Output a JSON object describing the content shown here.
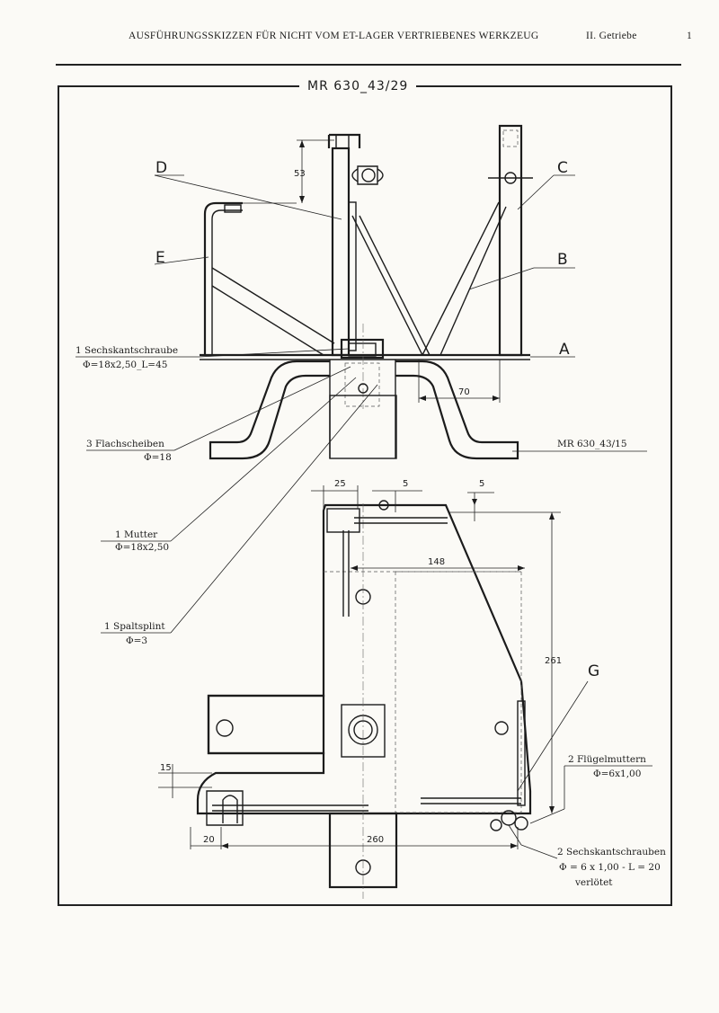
{
  "header": {
    "title": "AUSFÜHRUNGSSKIZZEN FÜR NICHT VOM ET-LAGER VERTRIEBENES WERKZEUG",
    "section": "II. Getriebe",
    "page": "1"
  },
  "drawing": {
    "title": "MR 630_43/29",
    "part_letters": {
      "a": "A",
      "b": "B",
      "c": "C",
      "d": "D",
      "e": "E",
      "g": "G"
    },
    "dimensions": {
      "d53": "53",
      "d70": "70",
      "d25": "25",
      "d5a": "5",
      "d5b": "5",
      "d148": "148",
      "d261": "261",
      "d15": "15",
      "d20": "20",
      "d260": "260"
    },
    "callouts": {
      "sechskantschraube_title": "1 Sechskantschraube",
      "sechskantschraube_spec": "Φ=18x2,50_L=45",
      "flachscheiben_title": "3 Flachscheiben",
      "flachscheiben_spec": "Φ=18",
      "mutter_title": "1 Mutter",
      "mutter_spec": "Φ=18x2,50",
      "spaltsplint_title": "1 Spaltsplint",
      "spaltsplint_spec": "Φ=3",
      "ref_part": "MR 630_43/15",
      "fluegelmuttern_title": "2 Flügelmuttern",
      "fluegelmuttern_spec": "Φ=6x1,00",
      "sechskantschrauben_title": "2 Sechskantschrauben",
      "sechskantschrauben_spec": "Φ = 6 x 1,00 - L = 20",
      "sechskantschrauben_note": "verlötet"
    }
  }
}
